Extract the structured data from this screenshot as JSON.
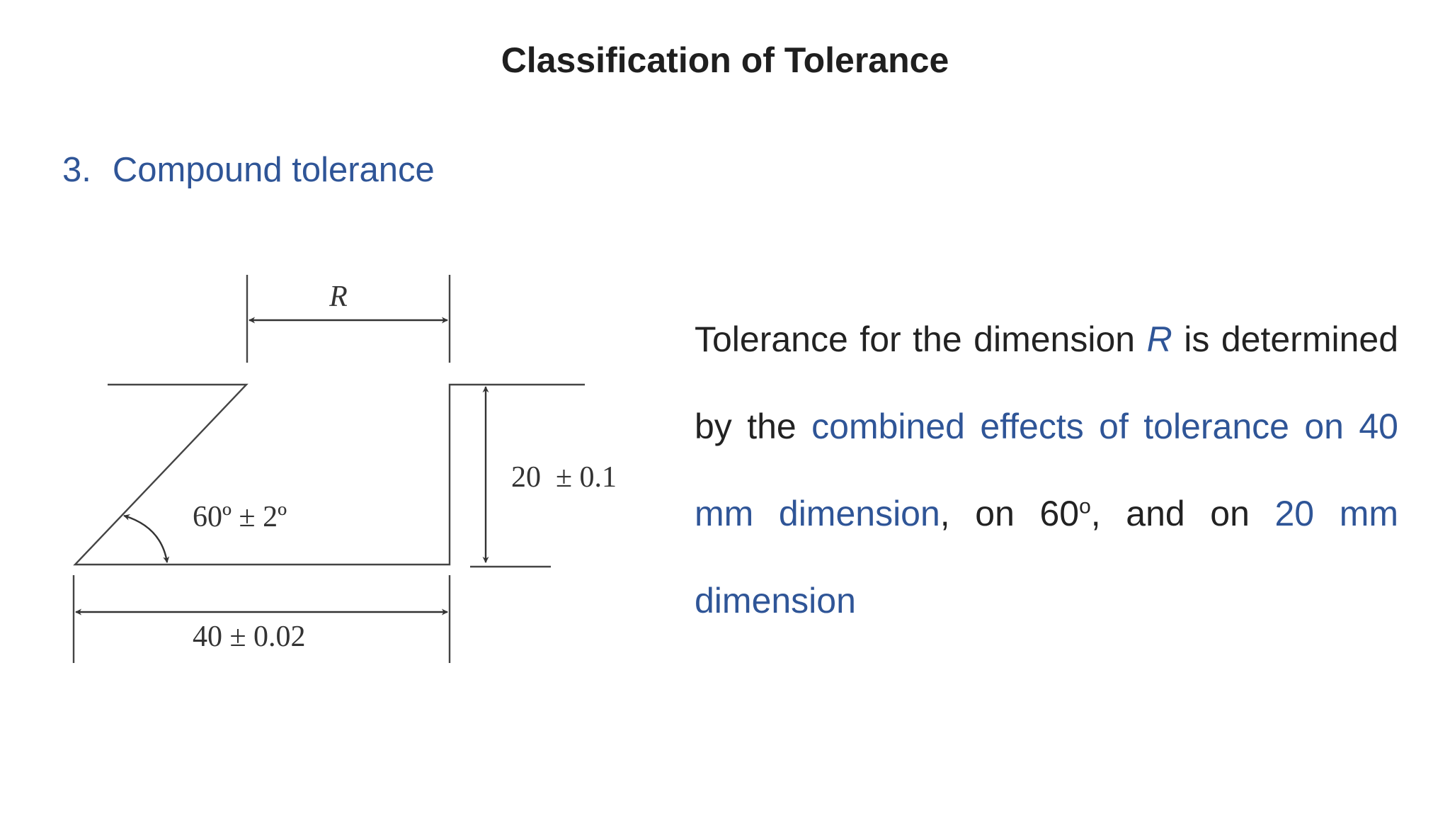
{
  "slide": {
    "title": "Classification of Tolerance"
  },
  "section": {
    "number": "3.",
    "heading": "Compound tolerance"
  },
  "diagram": {
    "label_r": "R",
    "label_angle": "60º ± 2º",
    "label_height": "20  ± 0.1",
    "label_width": "40 ± 0.02"
  },
  "description": {
    "part1": "Tolerance for the dimension ",
    "r_symbol": "R",
    "part2": " is determined by the ",
    "hl1": "combined effects of tolerance on 40 mm dimension",
    "part3": ", on 60",
    "degree_sup": "o",
    "part4": ", and on ",
    "hl2": "20 mm dimension"
  },
  "colors": {
    "accent": "#2f5597",
    "text": "#222222",
    "line": "#444444"
  }
}
